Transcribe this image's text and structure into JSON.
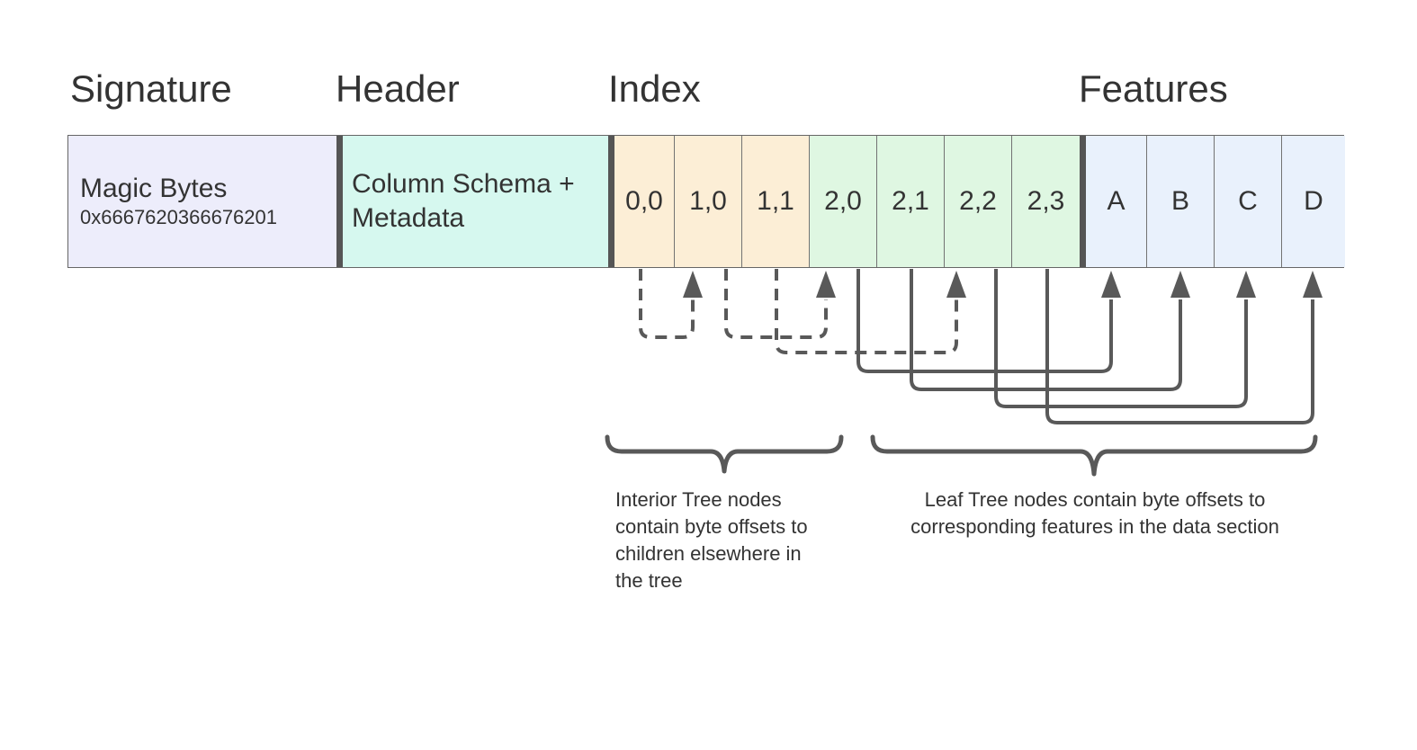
{
  "headings": {
    "signature": "Signature",
    "header": "Header",
    "index": "Index",
    "features": "Features"
  },
  "boxes": {
    "signature": {
      "title": "Magic Bytes",
      "hex": "0x6667620366676201"
    },
    "header": {
      "text": "Column Schema + Metadata"
    },
    "index": {
      "cells": [
        "0,0",
        "1,0",
        "1,1",
        "2,0",
        "2,1",
        "2,2",
        "2,3"
      ]
    },
    "features": {
      "cells": [
        "A",
        "B",
        "C",
        "D"
      ]
    }
  },
  "arrows": {
    "dashed": [
      {
        "from": "0,0",
        "to": "1,0"
      },
      {
        "from": "1,0",
        "to": "2,0"
      },
      {
        "from": "1,1",
        "to": "2,2"
      }
    ],
    "solid": [
      {
        "from": "2,0",
        "to": "A"
      },
      {
        "from": "2,1",
        "to": "B"
      },
      {
        "from": "2,2",
        "to": "C"
      },
      {
        "from": "2,3",
        "to": "D"
      }
    ]
  },
  "notes": {
    "interior": {
      "lines": [
        "Interior Tree nodes",
        "contain byte offsets to",
        "children elsewhere in",
        "the tree"
      ]
    },
    "leaf": {
      "lines": [
        "Leaf Tree nodes contain byte offsets to",
        "corresponding features in the data section"
      ]
    }
  },
  "colors": {
    "signature_fill": "#EDEDFB",
    "header_fill": "#D6F8EF",
    "index_interior_fill": "#FCEED6",
    "index_leaf_fill": "#DFF7E2",
    "features_fill": "#E9F1FC",
    "divider": "#555555",
    "arrow_stroke": "#595959",
    "text": "#333333"
  }
}
